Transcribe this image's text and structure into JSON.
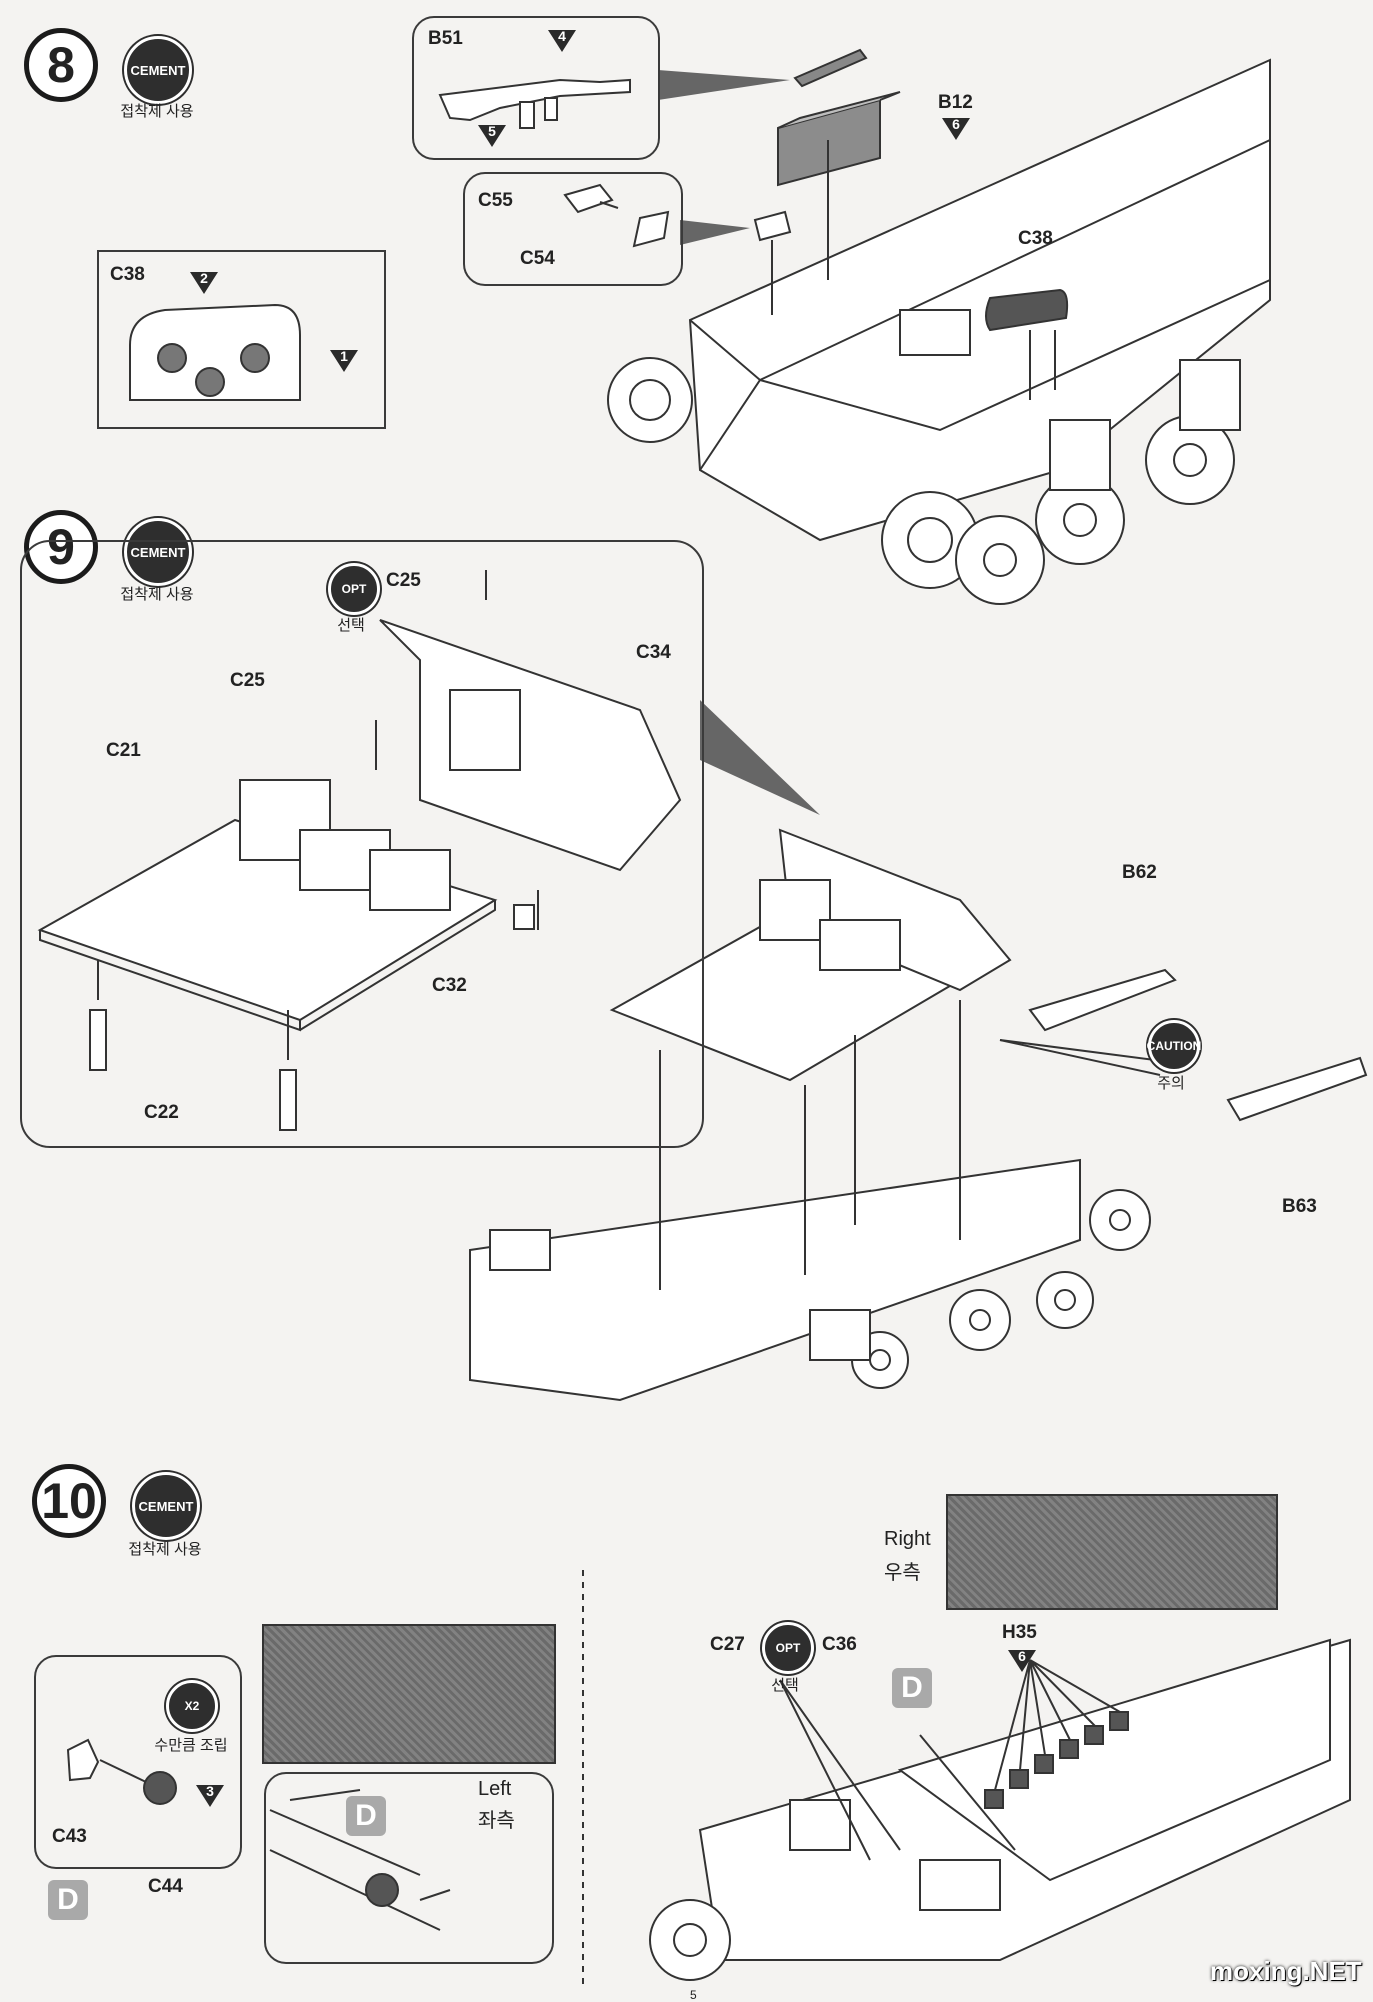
{
  "step8": {
    "number": "8",
    "cement": "CEMENT",
    "cement_caption": "접착제 사용",
    "parts": {
      "b51": "B51",
      "b51_n1": "4",
      "b51_n2": "5",
      "b12": "B12",
      "b12_n": "6",
      "c55": "C55",
      "c54": "C54",
      "c38_inset": "C38",
      "c38_n1": "2",
      "c38_n2": "1",
      "c38": "C38"
    }
  },
  "step9": {
    "number": "9",
    "cement": "CEMENT",
    "cement_caption": "접착제 사용",
    "opt": "OPT",
    "opt_caption": "선택",
    "caution": "CAUTION",
    "caution_caption": "주의",
    "parts": {
      "c25a": "C25",
      "c25b": "C25",
      "c34": "C34",
      "c21": "C21",
      "c32": "C32",
      "c22": "C22",
      "b62": "B62",
      "b63": "B63"
    }
  },
  "step10": {
    "number": "10",
    "cement": "CEMENT",
    "cement_caption": "접착제 사용",
    "x2": "X2",
    "x2_caption": "수만큼 조립",
    "parts": {
      "c43": "C43",
      "c44": "C44",
      "c44_n": "3",
      "c27": "C27",
      "c36": "C36",
      "h35": "H35",
      "h35_n": "6"
    },
    "opt": "OPT",
    "opt_caption": "선택",
    "d": "D",
    "left_en": "Left",
    "left_ko": "좌측",
    "right_en": "Right",
    "right_ko": "우측"
  },
  "watermark": "moxing.NET",
  "page_number": "5"
}
